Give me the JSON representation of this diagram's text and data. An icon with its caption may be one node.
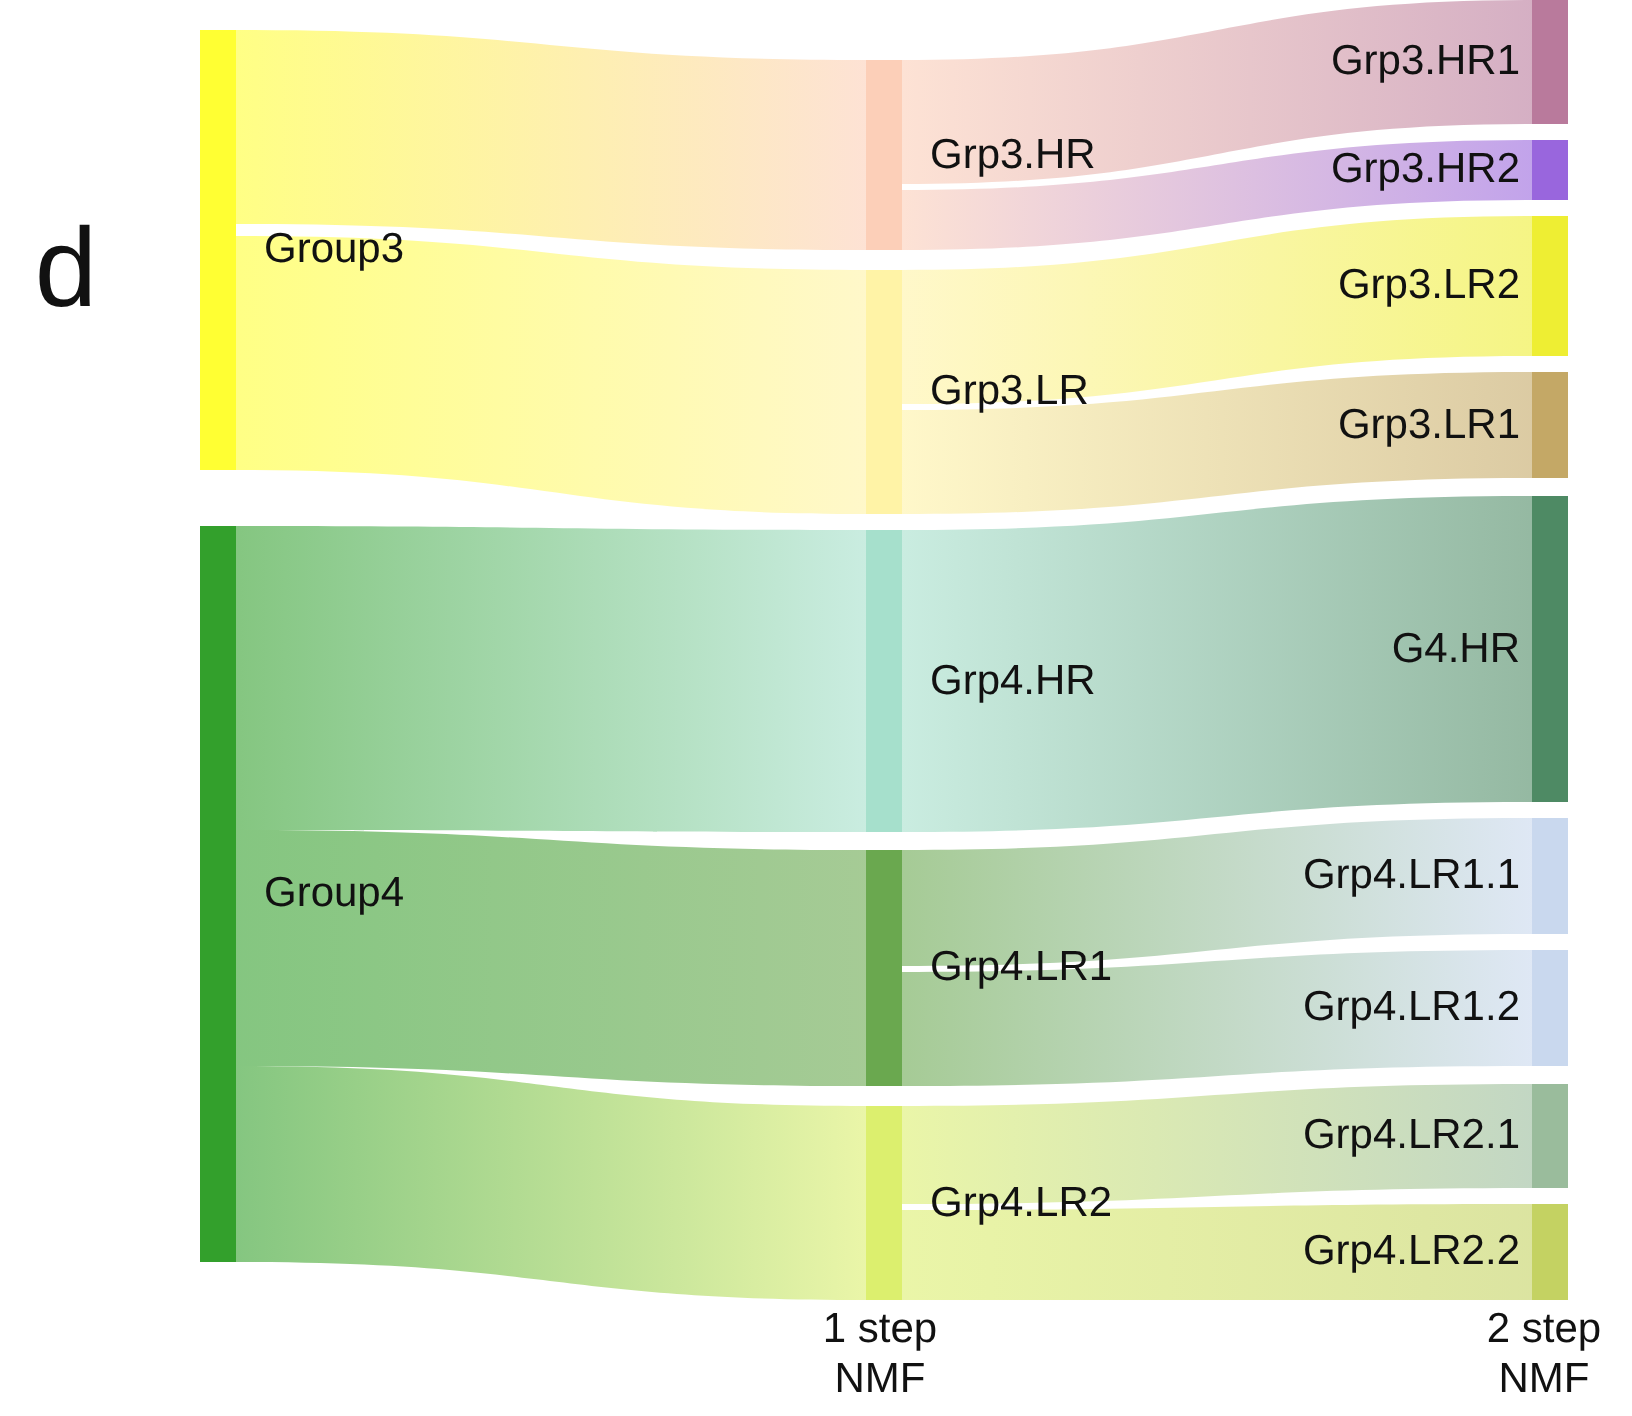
{
  "diagram": {
    "nodes": [
      {
        "text": [
          "Group3"
        ]
      },
      {
        "text": [
          "Group4"
        ]
      },
      {
        "text": [
          "Grp3.HR"
        ]
      },
      {
        "text": [
          "Grp3.LR"
        ]
      },
      {
        "text": [
          "Grp4.HR"
        ]
      },
      {
        "text": [
          "Grp4.LR1"
        ]
      },
      {
        "text": [
          "Grp4.LR2"
        ]
      },
      {
        "text": [
          "Grp3.HR1"
        ]
      },
      {
        "text": [
          "Grp3.HR2"
        ]
      },
      {
        "text": [
          "Grp3.LR2"
        ]
      },
      {
        "text": [
          "Grp3.LR1"
        ]
      },
      {
        "text": [
          "G4.HR"
        ]
      },
      {
        "text": [
          "Grp4.LR1.1"
        ]
      },
      {
        "text": [
          "Grp4.LR1.2"
        ]
      },
      {
        "text": [
          "Grp4.LR2.1"
        ]
      },
      {
        "text": [
          "Grp4.LR2.2"
        ]
      }
    ],
    "edges": [
      {
        "from": 0,
        "to": 2,
        "arrow": "none"
      },
      {
        "from": 0,
        "to": 3,
        "arrow": "none"
      },
      {
        "from": 1,
        "to": 4,
        "arrow": "none"
      },
      {
        "from": 1,
        "to": 5,
        "arrow": "none"
      },
      {
        "from": 1,
        "to": 6,
        "arrow": "none"
      },
      {
        "from": 2,
        "to": 7,
        "arrow": "none"
      },
      {
        "from": 2,
        "to": 8,
        "arrow": "none"
      },
      {
        "from": 3,
        "to": 9,
        "arrow": "none"
      },
      {
        "from": 3,
        "to": 10,
        "arrow": "none"
      },
      {
        "from": 4,
        "to": 11,
        "arrow": "none"
      },
      {
        "from": 5,
        "to": 12,
        "arrow": "none"
      },
      {
        "from": 5,
        "to": 13,
        "arrow": "none"
      },
      {
        "from": 6,
        "to": 14,
        "arrow": "none"
      },
      {
        "from": 6,
        "to": 15,
        "arrow": "none"
      }
    ],
    "labels": [
      "d",
      "1 step NMF",
      "2 step NMF"
    ]
  }
}
